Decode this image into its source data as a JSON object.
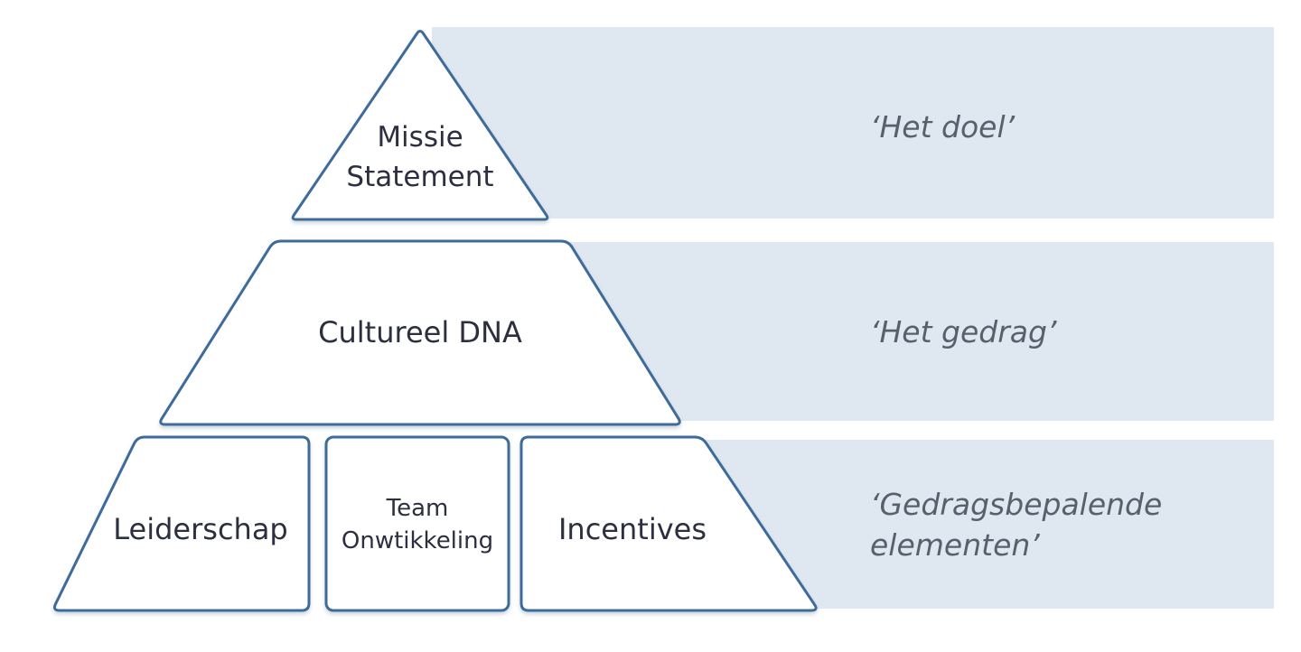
{
  "pyramid": {
    "top": {
      "label": "Missie\nStatement",
      "annotation": "‘Het doel’"
    },
    "middle": {
      "label": "Cultureel DNA",
      "annotation": "‘Het gedrag’"
    },
    "bottom": {
      "blocks": [
        {
          "label": "Leiderschap"
        },
        {
          "label": "Team\nOnwtikkeling"
        },
        {
          "label": "Incentives"
        }
      ],
      "annotation": "‘Gedragsbepalende\nelementen’"
    }
  },
  "icons": [],
  "colors": {
    "outline": "#3e6b9a",
    "band": "#dfe7f0",
    "shape-fill": "#ffffff",
    "label-text": "#2c2f40",
    "annotation-text": "#57616d",
    "background": "#ffffff"
  }
}
